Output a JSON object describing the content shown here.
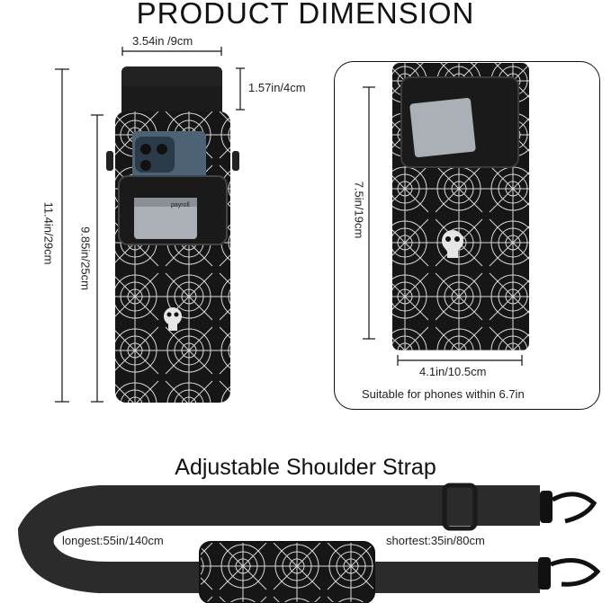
{
  "title": "PRODUCT DIMENSION",
  "dimensions": {
    "width_top": "3.54in /9cm",
    "drawstring_height": "1.57in/4cm",
    "total_height": "11.4in/29cm",
    "body_height": "9.85in/25cm",
    "pocket_height": "7.5in/19cm",
    "pocket_width": "4.1in/10.5cm"
  },
  "phone_note": "Suitable for phones within 6.7in",
  "strap": {
    "title": "Adjustable Shoulder Strap",
    "longest": "longest:55in/140cm",
    "shortest": "shortest:35in/80cm"
  },
  "card_text": "payroll",
  "colors": {
    "bag": "#1a1a1a",
    "web": "#d8d8d8",
    "strap": "#2b2b2b"
  }
}
